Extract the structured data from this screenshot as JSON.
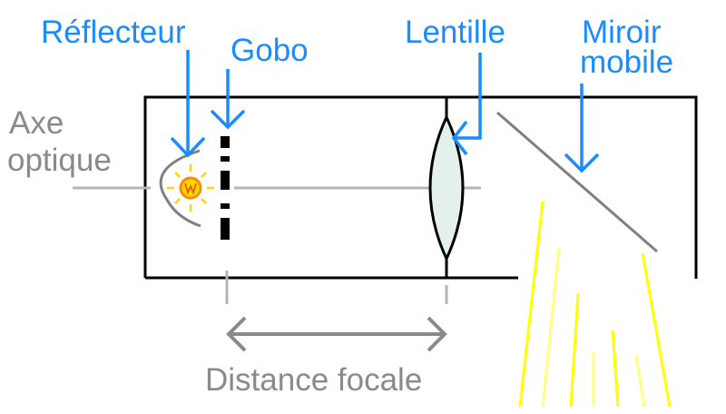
{
  "labels": {
    "reflector": "Réflecteur",
    "gobo": "Gobo",
    "lens": "Lentille",
    "mirror_line1": "Miroir",
    "mirror_line2": "mobile",
    "axis_line1": "Axe",
    "axis_line2": "optique",
    "focal_distance": "Distance focale"
  },
  "colors": {
    "label_blue": "#1a8cff",
    "label_gray": "#8a8a8a",
    "light_yellow": "#ffff00",
    "lens_fill": "#e3f0ec",
    "bulb_orange": "#ff9900"
  }
}
